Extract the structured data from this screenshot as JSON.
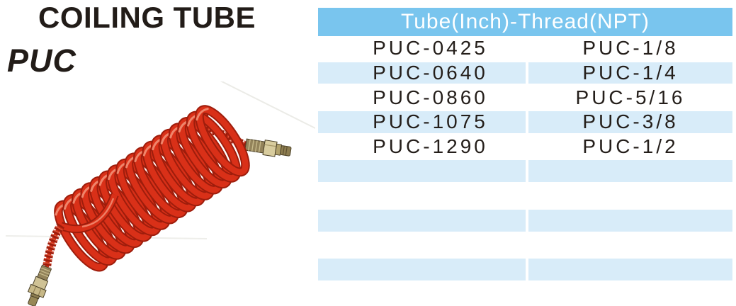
{
  "page": {
    "title": "COILING TUBE",
    "series": "PUC"
  },
  "table": {
    "header": "Tube(Inch)-Thread(NPT)",
    "rows": [
      {
        "tube": "PUC-0425",
        "thread": "PUC-1/8"
      },
      {
        "tube": "PUC-0640",
        "thread": "PUC-1/4"
      },
      {
        "tube": "PUC-0860",
        "thread": "PUC-5/16"
      },
      {
        "tube": "PUC-1075",
        "thread": "PUC-3/8"
      },
      {
        "tube": "PUC-1290",
        "thread": "PUC-1/2"
      },
      {
        "tube": "",
        "thread": ""
      },
      {
        "tube": "",
        "thread": ""
      },
      {
        "tube": "",
        "thread": ""
      },
      {
        "tube": "",
        "thread": ""
      },
      {
        "tube": "",
        "thread": ""
      }
    ],
    "colors": {
      "header_bg": "#79c5ee",
      "header_text": "#ffffff",
      "alt_row_bg": "#d8ecf9",
      "cell_text": "#241e1a"
    }
  },
  "illustration": {
    "subject": "red-coiling-tube-with-brass-fittings",
    "tube_color": "#d93018",
    "fitting_color": "#b4a36c"
  }
}
